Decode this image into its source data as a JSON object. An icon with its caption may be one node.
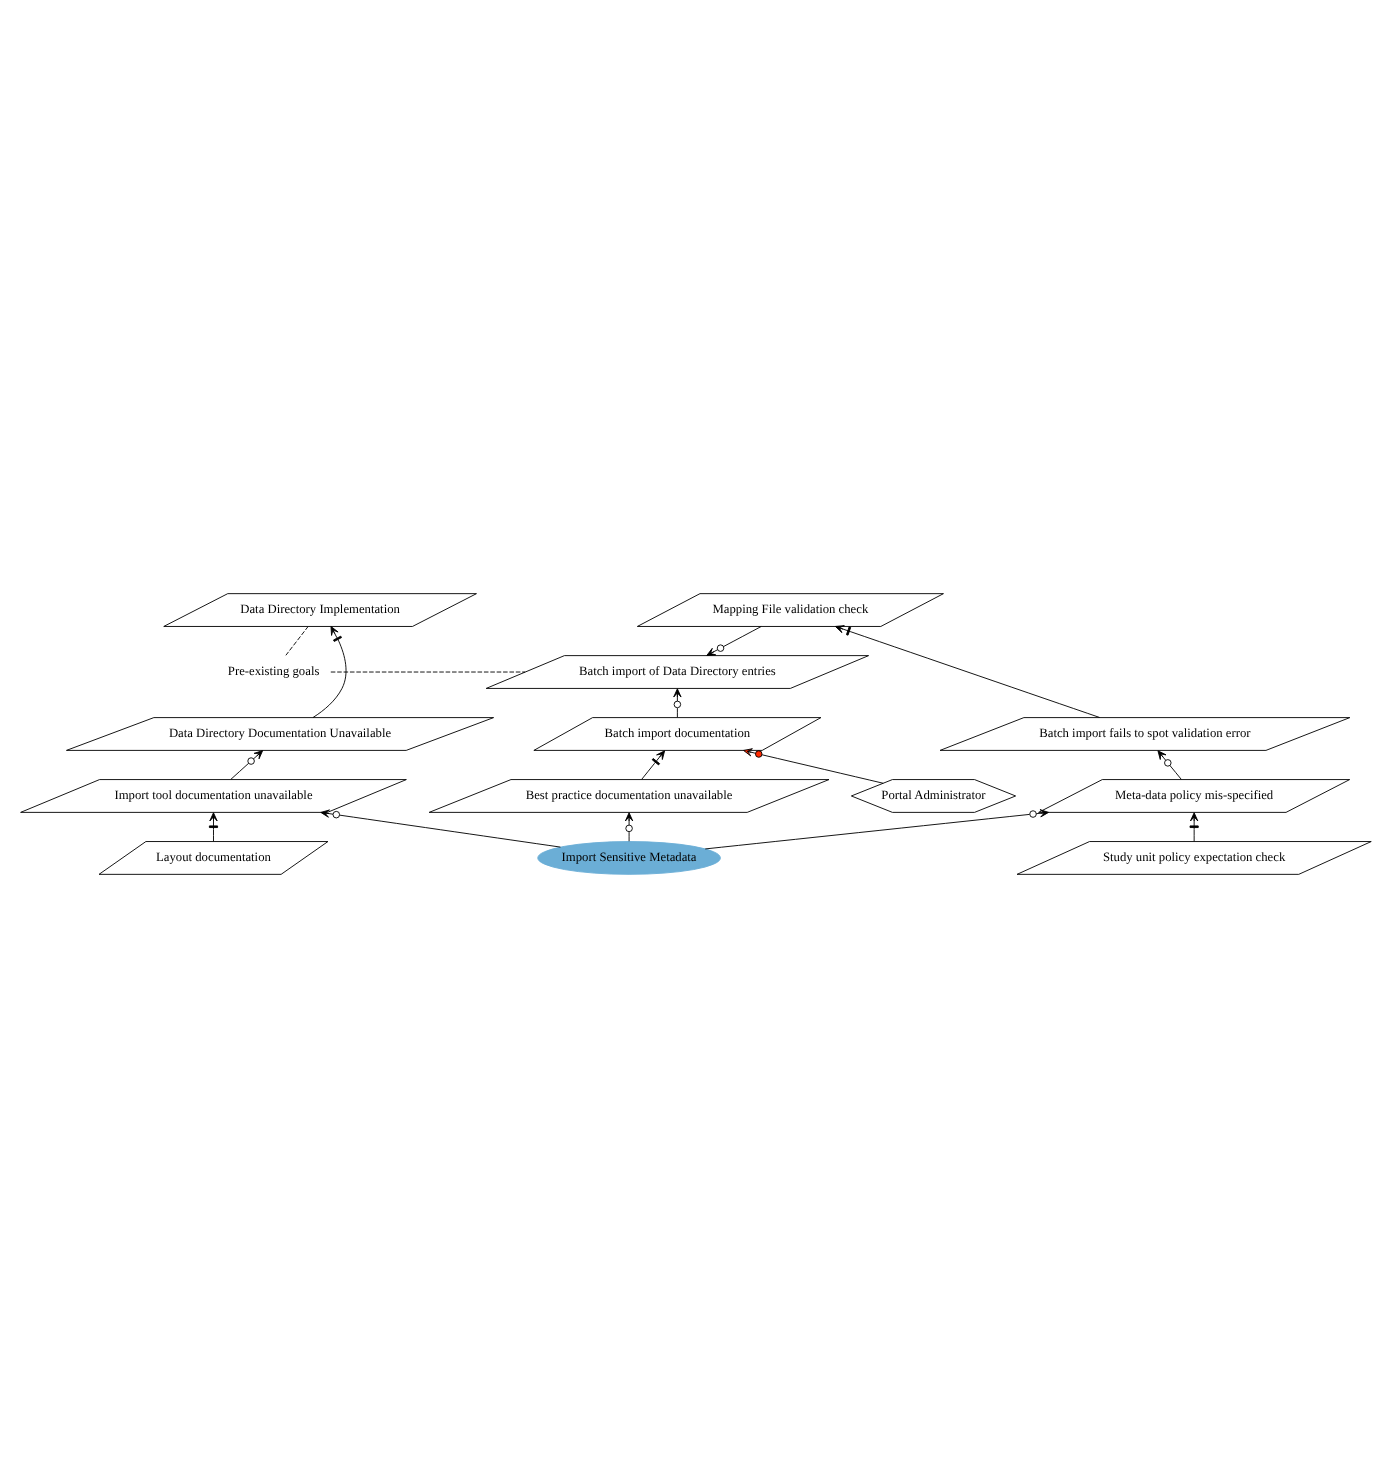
{
  "diagram": {
    "nodes": [
      {
        "text": [
          "Pre-existing goals"
        ]
      },
      {
        "text": [
          "Batch import of Data Directory entries"
        ]
      },
      {
        "text": [
          "Data Directory Implementation"
        ]
      },
      {
        "text": [
          "Mapping File validation check"
        ]
      },
      {
        "text": [
          "Data Directory Documentation Unavailable"
        ]
      },
      {
        "text": [
          "Batch import documentation"
        ]
      },
      {
        "text": [
          "Batch import fails to spot validation error"
        ]
      },
      {
        "text": [
          "Portal Administrator"
        ]
      },
      {
        "text": [
          "Import tool documentation unavailable"
        ]
      },
      {
        "text": [
          "Best practice documentation unavailable"
        ]
      },
      {
        "text": [
          "Meta-data policy mis-specified"
        ]
      },
      {
        "text": [
          "Layout documentation"
        ]
      },
      {
        "text": [
          "Import Sensitive Metadata"
        ]
      },
      {
        "text": [
          "Study unit policy expectation check"
        ]
      }
    ],
    "edges": [
      {
        "from": 0,
        "to": 1,
        "arrow": "none",
        "style": "dashed"
      },
      {
        "from": 0,
        "to": 2,
        "arrow": "none",
        "style": "dashed"
      },
      {
        "from": 5,
        "to": 1,
        "arrow": "to"
      },
      {
        "from": 3,
        "to": 1,
        "arrow": "to"
      },
      {
        "from": 4,
        "to": 2,
        "arrow": "to"
      },
      {
        "from": 6,
        "to": 3,
        "arrow": "to"
      },
      {
        "from": 8,
        "to": 4,
        "arrow": "to"
      },
      {
        "from": 7,
        "to": 5,
        "arrow": "to"
      },
      {
        "from": 9,
        "to": 5,
        "arrow": "to"
      },
      {
        "from": 10,
        "to": 6,
        "arrow": "to"
      },
      {
        "from": 11,
        "to": 8,
        "arrow": "to"
      },
      {
        "from": 12,
        "to": 8,
        "arrow": "to"
      },
      {
        "from": 12,
        "to": 9,
        "arrow": "to"
      },
      {
        "from": 12,
        "to": 10,
        "arrow": "to"
      },
      {
        "from": 13,
        "to": 10,
        "arrow": "to"
      }
    ]
  }
}
